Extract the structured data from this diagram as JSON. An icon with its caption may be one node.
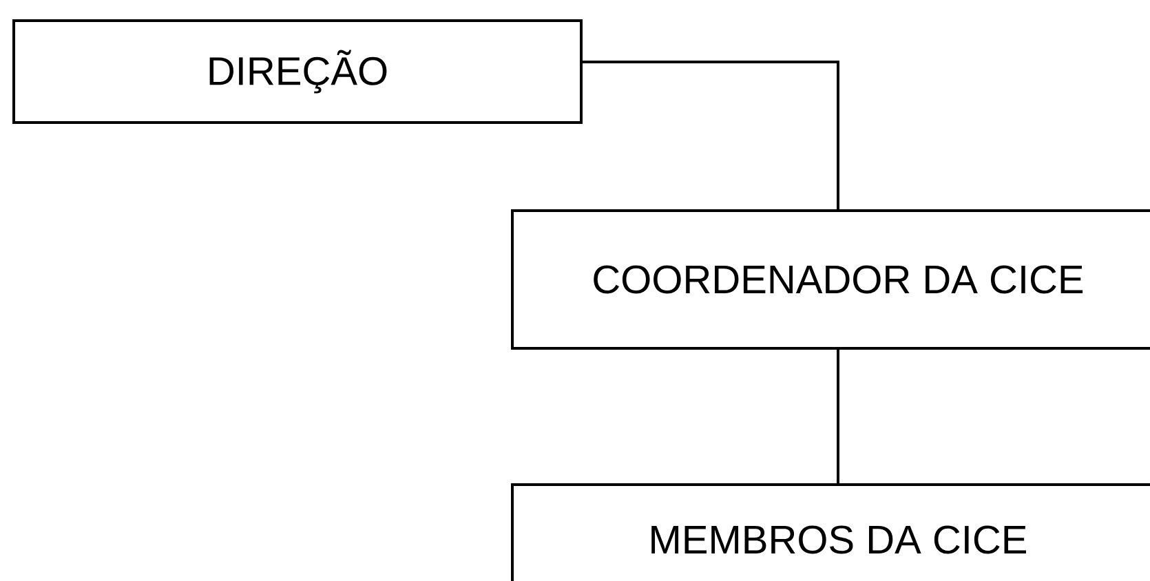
{
  "diagram": {
    "nodes": [
      {
        "text": [
          "DIREÇÃO"
        ]
      },
      {
        "text": [
          "COORDENADOR DA CICE"
        ]
      },
      {
        "text": [
          "MEMBROS DA CICE"
        ]
      }
    ],
    "edges": [
      {
        "from": 0,
        "to": 1,
        "arrow": "none"
      },
      {
        "from": 1,
        "to": 2,
        "arrow": "none"
      }
    ]
  }
}
